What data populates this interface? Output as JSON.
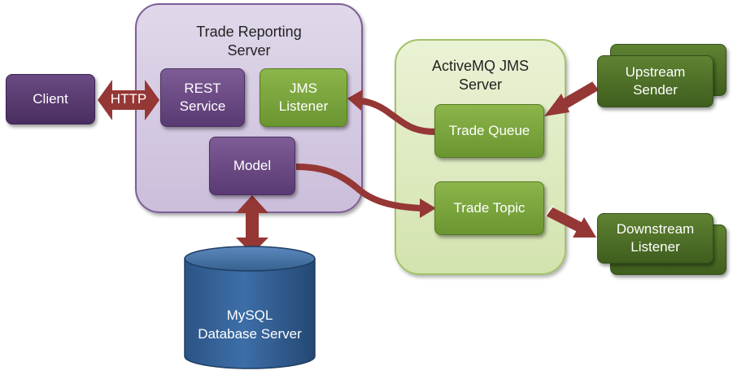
{
  "trade_server": {
    "title": "Trade Reporting\nServer"
  },
  "mq_server": {
    "title": "ActiveMQ JMS\nServer"
  },
  "client": {
    "label": "Client"
  },
  "http": {
    "label": "HTTP"
  },
  "rest_service": {
    "label": "REST\nService"
  },
  "jms_listener": {
    "label": "JMS\nListener"
  },
  "model": {
    "label": "Model"
  },
  "trade_queue": {
    "label": "Trade Queue"
  },
  "trade_topic": {
    "label": "Trade Topic"
  },
  "upstream": {
    "label": "Upstream\nSender"
  },
  "downstream": {
    "label": "Downstream\nListener"
  },
  "database": {
    "label": "MySQL\nDatabase Server"
  },
  "colors": {
    "arrow": "#953735",
    "purple": "#5a3a73",
    "green": "#6a9530",
    "dark_green": "#3f5e1e",
    "db_blue": "#2e5a8c"
  }
}
